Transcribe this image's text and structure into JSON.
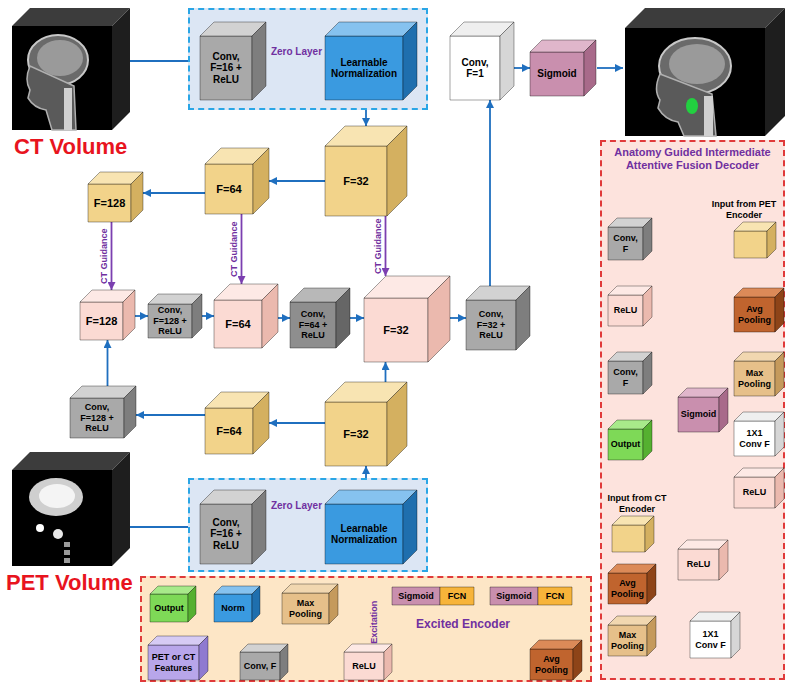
{
  "diagram": {
    "nodes": [
      {
        "text": [
          "CT Volume"
        ]
      },
      {
        "text": [
          "Zero Layer"
        ]
      },
      {
        "text": [
          "Conv, F=16 + ReLU"
        ],
        "in": 1
      },
      {
        "text": [
          "Learnable Normalization"
        ],
        "in": 1
      },
      {
        "text": [
          "Conv, F=1"
        ]
      },
      {
        "text": [
          "Sigmoid"
        ]
      },
      {
        "text": [
          "F=128"
        ]
      },
      {
        "text": [
          "F=64"
        ]
      },
      {
        "text": [
          "F=32"
        ]
      },
      {
        "text": [
          "F=128"
        ]
      },
      {
        "text": [
          "Conv, F=128 + ReLU"
        ]
      },
      {
        "text": [
          "F=64"
        ]
      },
      {
        "text": [
          "Conv, F=64 + ReLU"
        ]
      },
      {
        "text": [
          "F=32"
        ]
      },
      {
        "text": [
          "Conv, F=32 + ReLU"
        ]
      },
      {
        "text": [
          "Conv, F=128 + ReLU"
        ]
      },
      {
        "text": [
          "F=64"
        ]
      },
      {
        "text": [
          "F=32"
        ]
      },
      {
        "text": [
          "PET Volume"
        ]
      },
      {
        "text": [
          "Zero Layer"
        ]
      },
      {
        "text": [
          "Conv, F=16 + ReLU"
        ],
        "in": 19
      },
      {
        "text": [
          "Learnable Normalization"
        ],
        "in": 19
      },
      {
        "text": [
          "Anatomy Guided Intermediate Attentive Fusion Decoder"
        ]
      },
      {
        "text": [
          "Input from PET Encoder"
        ],
        "in": 22
      },
      {
        "text": [
          "Conv, F"
        ],
        "in": 22
      },
      {
        "text": [
          "ReLU"
        ],
        "in": 22
      },
      {
        "text": [
          "Conv, F"
        ],
        "in": 22
      },
      {
        "text": [
          "Output"
        ],
        "in": 22
      },
      {
        "text": [
          "Avg Pooling"
        ],
        "in": 22
      },
      {
        "text": [
          "Max Pooling"
        ],
        "in": 22
      },
      {
        "text": [
          "1X1 Conv F"
        ],
        "in": 22
      },
      {
        "text": [
          "Sigmoid"
        ],
        "in": 22
      },
      {
        "text": [
          "ReLU"
        ],
        "in": 22
      },
      {
        "text": [
          "Input from CT Encoder"
        ],
        "in": 22
      },
      {
        "text": [
          "ReLU"
        ],
        "in": 22
      },
      {
        "text": [
          "Avg Pooling"
        ],
        "in": 22
      },
      {
        "text": [
          "Max Pooling"
        ],
        "in": 22
      },
      {
        "text": [
          "1X1 Conv F"
        ],
        "in": 22
      },
      {
        "text": [
          "Excited Encoder"
        ]
      },
      {
        "text": [
          "Output"
        ],
        "in": 38
      },
      {
        "text": [
          "Norm"
        ],
        "in": 38
      },
      {
        "text": [
          "Max Pooling"
        ],
        "in": 38
      },
      {
        "text": [
          "Sigmoid"
        ],
        "in": 38
      },
      {
        "text": [
          "FCN"
        ],
        "in": 38
      },
      {
        "text": [
          "Sigmoid"
        ],
        "in": 38
      },
      {
        "text": [
          "FCN"
        ],
        "in": 38
      },
      {
        "text": [
          "PET or CT Features"
        ],
        "in": 38
      },
      {
        "text": [
          "Conv, F"
        ],
        "in": 38
      },
      {
        "text": [
          "ReLU"
        ],
        "in": 38
      },
      {
        "text": [
          "Avg Pooling"
        ],
        "in": 38
      }
    ],
    "edges": [
      {
        "from": 0,
        "to": 2,
        "arrow": "to"
      },
      {
        "from": 2,
        "to": 3,
        "arrow": "none"
      },
      {
        "from": 3,
        "to": 8,
        "arrow": "to"
      },
      {
        "from": 8,
        "to": 7,
        "arrow": "to"
      },
      {
        "from": 7,
        "to": 6,
        "arrow": "to"
      },
      {
        "from": 6,
        "to": 9,
        "arrow": "to",
        "label": "CT Guidance"
      },
      {
        "from": 7,
        "to": 11,
        "arrow": "to",
        "label": "CT Guidance"
      },
      {
        "from": 8,
        "to": 13,
        "arrow": "to",
        "label": "CT Guidance"
      },
      {
        "from": 9,
        "to": 10,
        "arrow": "to"
      },
      {
        "from": 10,
        "to": 11,
        "arrow": "to"
      },
      {
        "from": 11,
        "to": 12,
        "arrow": "to"
      },
      {
        "from": 12,
        "to": 13,
        "arrow": "to"
      },
      {
        "from": 13,
        "to": 14,
        "arrow": "to"
      },
      {
        "from": 14,
        "to": 4,
        "arrow": "to"
      },
      {
        "from": 4,
        "to": 5,
        "arrow": "to"
      },
      {
        "from": 18,
        "to": 20,
        "arrow": "to"
      },
      {
        "from": 20,
        "to": 21,
        "arrow": "none"
      },
      {
        "from": 21,
        "to": 17,
        "arrow": "to"
      },
      {
        "from": 17,
        "to": 16,
        "arrow": "to"
      },
      {
        "from": 16,
        "to": 15,
        "arrow": "to"
      },
      {
        "from": 15,
        "to": 9,
        "arrow": "to"
      },
      {
        "from": 17,
        "to": 13,
        "arrow": "to"
      },
      {
        "from": 23,
        "to": 28,
        "arrow": "to"
      },
      {
        "from": 28,
        "to": 29,
        "arrow": "to"
      },
      {
        "from": 29,
        "to": 30,
        "arrow": "to"
      },
      {
        "from": 30,
        "to": 32,
        "arrow": "to"
      },
      {
        "from": 32,
        "to": 31,
        "arrow": "to"
      },
      {
        "from": 34,
        "to": 31,
        "arrow": "to"
      },
      {
        "from": 33,
        "to": 35,
        "arrow": "to"
      },
      {
        "from": 35,
        "to": 36,
        "arrow": "to"
      },
      {
        "from": 36,
        "to": 37,
        "arrow": "to"
      },
      {
        "from": 37,
        "to": 34,
        "arrow": "to"
      },
      {
        "from": 31,
        "to": 24,
        "arrow": "to"
      },
      {
        "from": 23,
        "to": 24,
        "arrow": "to"
      },
      {
        "from": 24,
        "to": 25,
        "arrow": "to"
      },
      {
        "from": 25,
        "to": 26,
        "arrow": "to"
      },
      {
        "from": 26,
        "to": 27,
        "arrow": "to"
      },
      {
        "from": 46,
        "to": 47,
        "arrow": "to"
      },
      {
        "from": 47,
        "to": 48,
        "arrow": "to"
      },
      {
        "from": 48,
        "to": 49,
        "arrow": "to"
      },
      {
        "from": 49,
        "to": 45,
        "arrow": "to"
      },
      {
        "from": 44,
        "to": 43,
        "arrow": "to"
      },
      {
        "from": 42,
        "to": 41,
        "arrow": "to"
      },
      {
        "from": 48,
        "to": 41,
        "arrow": "to",
        "label": "Excitation"
      },
      {
        "from": 41,
        "to": 40,
        "arrow": "to"
      },
      {
        "from": 40,
        "to": 39,
        "arrow": "to"
      }
    ]
  }
}
